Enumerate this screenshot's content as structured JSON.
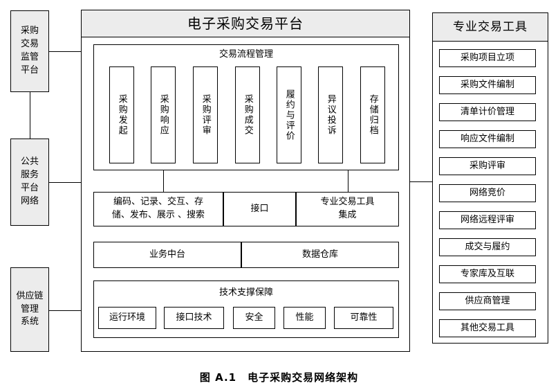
{
  "left_nodes": {
    "supervision": "采购\n交易\n监管\n平台",
    "public_service": "公共\n服务\n平台\n网络",
    "supply_chain": "供应链\n管理\n系统"
  },
  "platform": {
    "title": "电子采购交易平台",
    "flow": {
      "title": "交易流程管理",
      "steps": [
        "采购发起",
        "采购响应",
        "采购评审",
        "采购成交",
        "履约与评价",
        "异议投诉",
        "存储归档"
      ]
    },
    "middle": {
      "functions": "编码、记录、交互、存\n储、发布、展示 、搜索",
      "interface": "接口",
      "integration": "专业交易工具\n集成"
    },
    "data_row": {
      "business": "业务中台",
      "warehouse": "数据仓库"
    },
    "tech": {
      "title": "技术支撑保障",
      "items": [
        "运行环境",
        "接口技术",
        "安全",
        "性能",
        "可靠性"
      ]
    }
  },
  "tools": {
    "title": "专业交易工具",
    "items": [
      "采购项目立项",
      "采购文件编制",
      "清单计价管理",
      "响应文件编制",
      "采购评审",
      "网络竞价",
      "网络远程评审",
      "成交与履约",
      "专家库及互联",
      "供应商管理",
      "其他交易工具"
    ]
  },
  "caption": "图 A.1　电子采购交易网络架构"
}
